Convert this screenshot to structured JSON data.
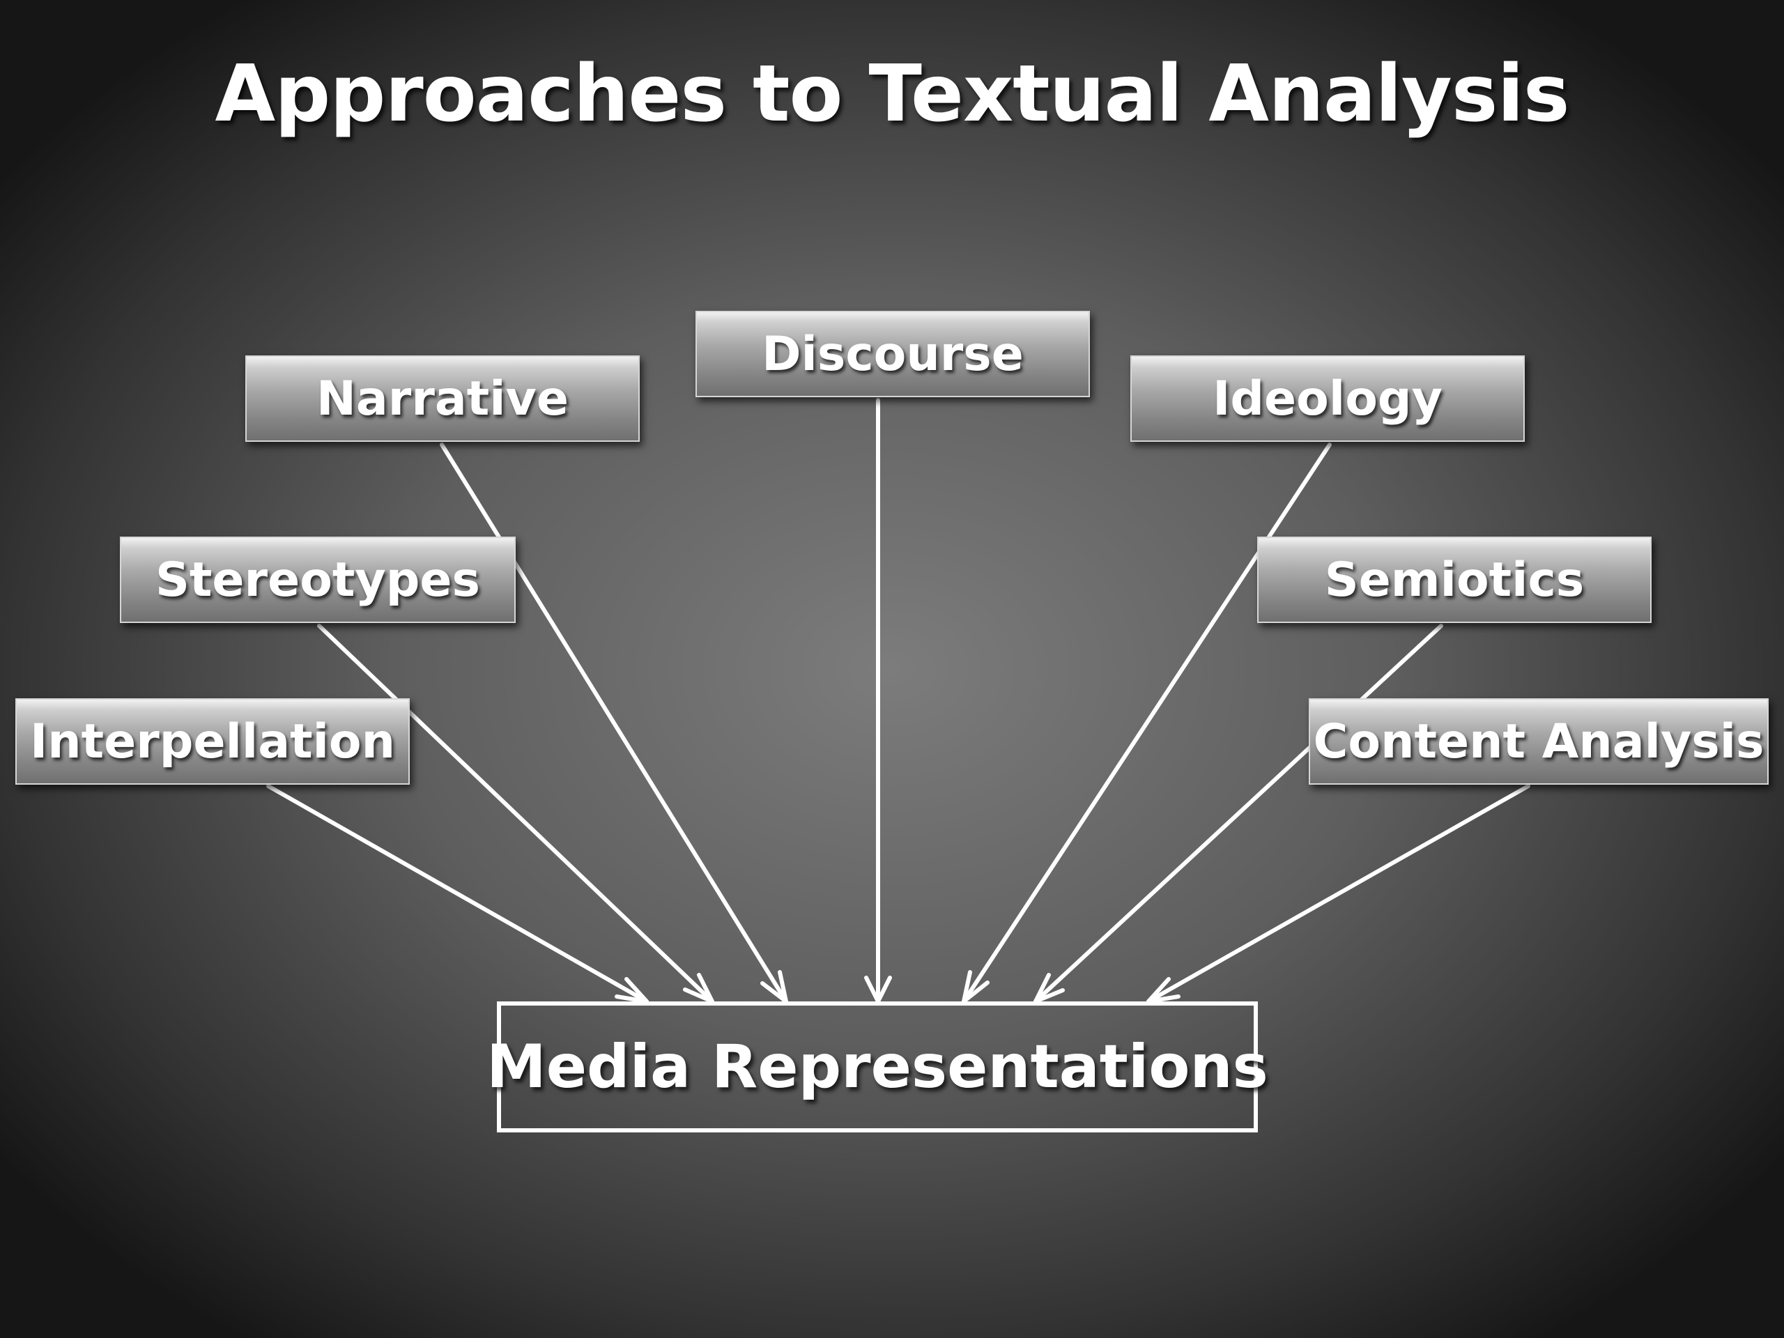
{
  "title": "Approaches to Textual Analysis",
  "target": {
    "label": "Media Representations"
  },
  "approaches": [
    {
      "id": "discourse",
      "label": "Discourse"
    },
    {
      "id": "narrative",
      "label": "Narrative"
    },
    {
      "id": "ideology",
      "label": "Ideology"
    },
    {
      "id": "stereotypes",
      "label": "Stereotypes"
    },
    {
      "id": "semiotics",
      "label": "Semiotics"
    },
    {
      "id": "interpellation",
      "label": "Interpellation"
    },
    {
      "id": "content-analysis",
      "label": "Content Analysis"
    }
  ]
}
